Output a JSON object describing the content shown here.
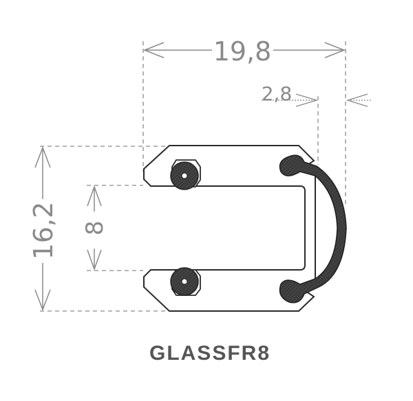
{
  "diagram": {
    "product_code": "GLASSFR8",
    "dimensions": {
      "overall_width": "19,8",
      "offset_width": "2,8",
      "overall_height": "16,2",
      "glass_slot": "8"
    },
    "colors": {
      "outline": "#2a2a2a",
      "seal_fill": "#3a3a3a",
      "dimension": "#8a8a8a",
      "caption": "#555555"
    },
    "components": [
      "aluminium-profile",
      "glazing-screw-top",
      "glazing-screw-bottom",
      "bulb-seal"
    ]
  }
}
